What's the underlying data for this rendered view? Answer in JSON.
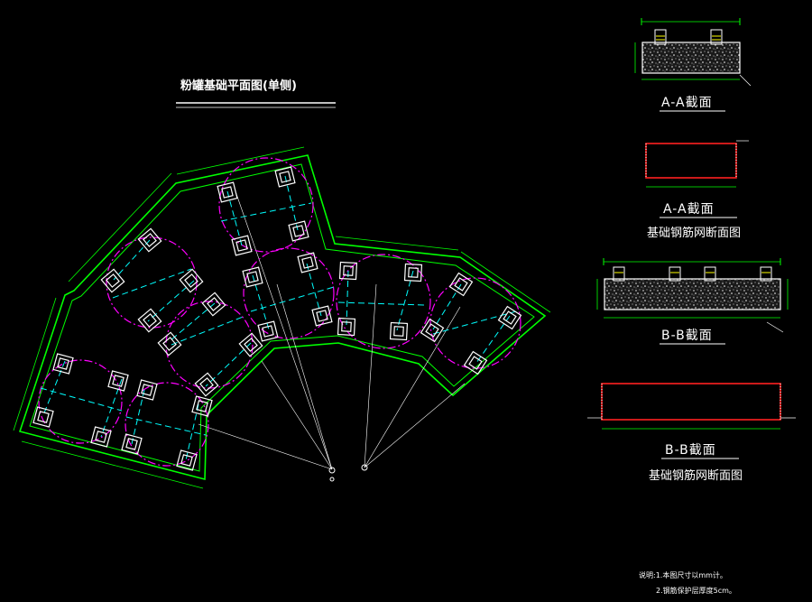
{
  "drawing": {
    "main_title": "粉罐基础平面图(单侧)",
    "sections": {
      "aa_section_title": "A-A截面",
      "aa_rebar_title": "A-A截面",
      "aa_rebar_subtitle": "基础钢筋网断面图",
      "bb_section_title": "B-B截面",
      "bb_rebar_title": "B-B截面",
      "bb_rebar_subtitle": "基础钢筋网断面图"
    },
    "notes": {
      "line1": "说明:1.本图尺寸以mm计。",
      "line2": "2.钢筋保护层厚度5cm。"
    }
  },
  "colors": {
    "background": "#000000",
    "outline": "#00ff00",
    "pier": "#ffffff",
    "axis": "#00ffff",
    "tank_circle": "#ff00ff",
    "rebar_red": "#ff2020",
    "text": "#ffffff"
  }
}
